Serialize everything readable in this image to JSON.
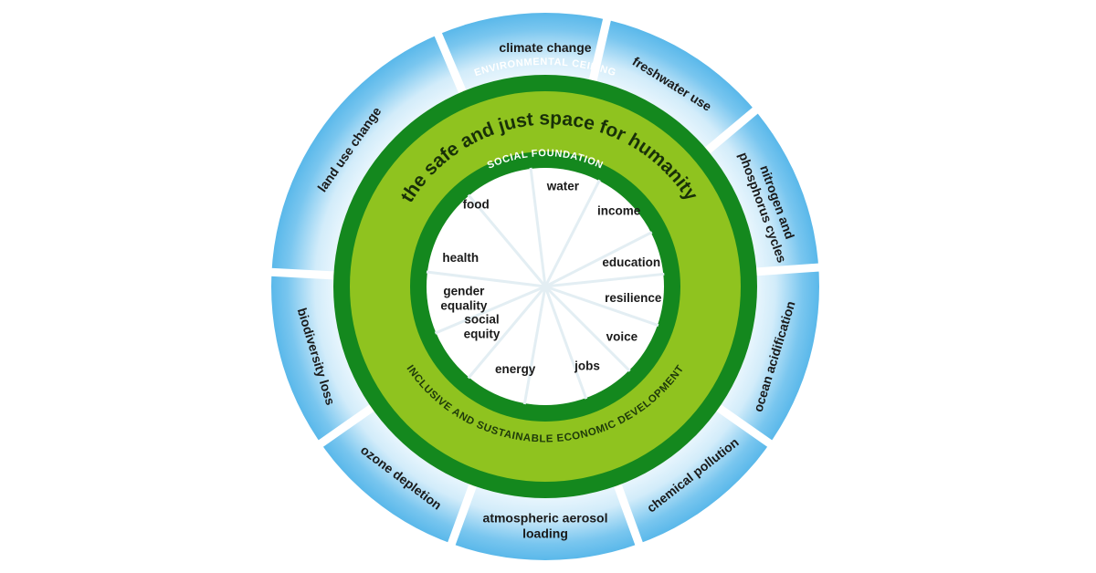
{
  "diagram": {
    "colors": {
      "outer_glow": "#5ab8ea",
      "ring_dark": "#14881e",
      "band_light": "#8fc31f",
      "center": "#ffffff",
      "spoke": "#ffffff"
    },
    "environmental_ceiling_label": "ENVIRONMENTAL CEILING",
    "social_foundation_label": "SOCIAL FOUNDATION",
    "safe_space_label": "the safe and just space for humanity",
    "economic_development_label": "INCLUSIVE AND SUSTAINABLE ECONOMIC DEVELOPMENT",
    "environmental_dimensions": [
      {
        "id": "climate-change",
        "lines": [
          "climate change"
        ]
      },
      {
        "id": "freshwater-use",
        "lines": [
          "freshwater use"
        ]
      },
      {
        "id": "nitrogen-phosphorus",
        "lines": [
          "nitrogen and",
          "phosphorus cycles"
        ]
      },
      {
        "id": "ocean-acidification",
        "lines": [
          "ocean acidification"
        ]
      },
      {
        "id": "chemical-pollution",
        "lines": [
          "chemical pollution"
        ]
      },
      {
        "id": "atmospheric-aerosol",
        "lines": [
          "atmospheric aerosol",
          "loading"
        ]
      },
      {
        "id": "ozone-depletion",
        "lines": [
          "ozone depletion"
        ]
      },
      {
        "id": "biodiversity-loss",
        "lines": [
          "biodiversity loss"
        ]
      },
      {
        "id": "land-use-change",
        "lines": [
          "land use change"
        ]
      }
    ],
    "social_dimensions": [
      {
        "id": "water",
        "lines": [
          "water"
        ]
      },
      {
        "id": "income",
        "lines": [
          "income"
        ]
      },
      {
        "id": "education",
        "lines": [
          "education"
        ]
      },
      {
        "id": "resilience",
        "lines": [
          "resilience"
        ]
      },
      {
        "id": "voice",
        "lines": [
          "voice"
        ]
      },
      {
        "id": "jobs",
        "lines": [
          "jobs"
        ]
      },
      {
        "id": "energy",
        "lines": [
          "energy"
        ]
      },
      {
        "id": "social-equity",
        "lines": [
          "social",
          "equity"
        ]
      },
      {
        "id": "gender-equality",
        "lines": [
          "gender",
          "equality"
        ]
      },
      {
        "id": "health",
        "lines": [
          "health"
        ]
      },
      {
        "id": "food",
        "lines": [
          "food"
        ]
      }
    ]
  }
}
